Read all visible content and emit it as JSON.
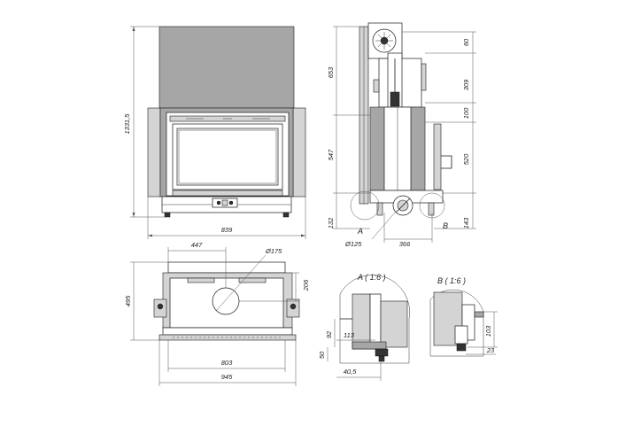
{
  "front_view": {
    "dims": {
      "width": "839",
      "height": "1331,5"
    }
  },
  "side_view": {
    "dims": {
      "top_60": "60",
      "d_309": "309",
      "d_100": "100",
      "d_520": "520",
      "d_143": "143",
      "d_653": "653",
      "d_547": "547",
      "d_132": "132",
      "d_366": "366",
      "d_phi125": "Ø125"
    },
    "markers": {
      "a": "A",
      "b": "B"
    }
  },
  "top_view": {
    "dims": {
      "d_447": "447",
      "d_phi175": "Ø175",
      "d_206": "206",
      "d_495": "495",
      "d_803": "803",
      "d_945": "945"
    }
  },
  "detail_a": {
    "title": "A ( 1:6 )",
    "dims": {
      "d_92": "92",
      "d_113": "113",
      "d_50": "50",
      "d_40_5": "40,5"
    }
  },
  "detail_b": {
    "title": "B ( 1:6 )",
    "dims": {
      "d_103": "103",
      "d_23": "23"
    }
  }
}
